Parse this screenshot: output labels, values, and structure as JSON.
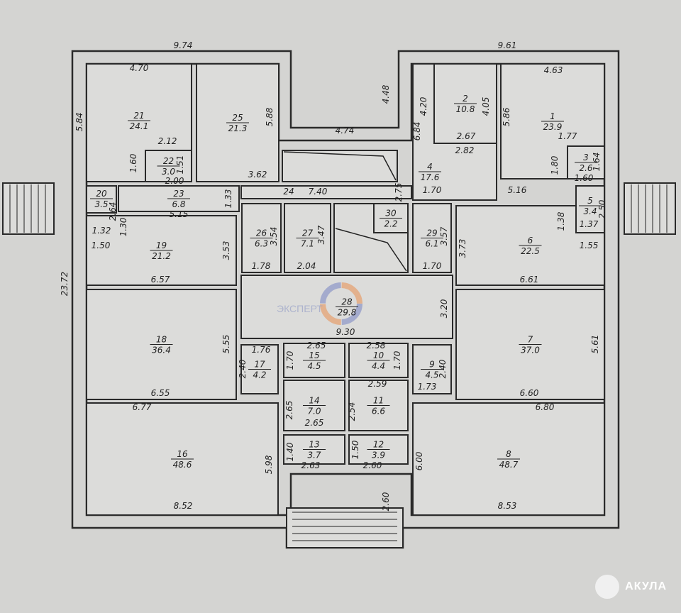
{
  "title": "Floor plan",
  "rooms": [
    {
      "num": "21",
      "area": "24.1"
    },
    {
      "num": "22",
      "area": "3.0"
    },
    {
      "num": "25",
      "area": "21.3"
    },
    {
      "num": "23",
      "area": "6.8"
    },
    {
      "num": "20",
      "area": "3.5"
    },
    {
      "num": "24",
      "area": ""
    },
    {
      "num": "19",
      "area": "21.2"
    },
    {
      "num": "26",
      "area": "6.3"
    },
    {
      "num": "27",
      "area": "7.1"
    },
    {
      "num": "30",
      "area": "2.2"
    },
    {
      "num": "28",
      "area": "29.8"
    },
    {
      "num": "18",
      "area": "36.4"
    },
    {
      "num": "17",
      "area": "4.2"
    },
    {
      "num": "15",
      "area": "4.5"
    },
    {
      "num": "10",
      "area": "4.4"
    },
    {
      "num": "14",
      "area": "7.0"
    },
    {
      "num": "11",
      "area": "6.6"
    },
    {
      "num": "13",
      "area": "3.7"
    },
    {
      "num": "12",
      "area": "3.9"
    },
    {
      "num": "9",
      "area": "4.5"
    },
    {
      "num": "16",
      "area": "48.6"
    },
    {
      "num": "8",
      "area": "48.7"
    },
    {
      "num": "4",
      "area": "17.6"
    },
    {
      "num": "2",
      "area": "10.8"
    },
    {
      "num": "1",
      "area": "23.9"
    },
    {
      "num": "3",
      "area": "2.6"
    },
    {
      "num": "5",
      "area": "3.4"
    },
    {
      "num": "6",
      "area": "22.5"
    },
    {
      "num": "29",
      "area": "6.1"
    },
    {
      "num": "7",
      "area": "37.0"
    }
  ],
  "dimensions": [
    "9.74",
    "4.70",
    "5.84",
    "2.12",
    "1.60",
    "1.51",
    "2.00",
    "5.88",
    "4.48",
    "4.74",
    "3.62",
    "24",
    "7.40",
    "2.75",
    "2.64",
    "5.15",
    "1.33",
    "1.32",
    "1.30",
    "1.50",
    "3.53",
    "3.54",
    "1.78",
    "3.47",
    "2.04",
    "6.57",
    "23.72",
    "3.20",
    "9.30",
    "1.76",
    "2.40",
    "2.65",
    "1.70",
    "2.58",
    "1.70",
    "2.40",
    "1.73",
    "5.55",
    "6.55",
    "2.65",
    "2.59",
    "2.54",
    "2.65",
    "6.77",
    "1.40",
    "2.63",
    "1.50",
    "2.60",
    "5.98",
    "6.00",
    "2.60",
    "8.52",
    "8.53",
    "6.80",
    "6.60",
    "5.61",
    "6.61",
    "3.73",
    "1.55",
    "1.37",
    "1.38",
    "2.50",
    "5.16",
    "1.70",
    "1.70",
    "3.57",
    "1.80",
    "1.60",
    "1.64",
    "1.77",
    "5.86",
    "4.63",
    "9.61",
    "6.84",
    "4.20",
    "4.05",
    "2.67",
    "2.82"
  ],
  "watermark": "ЭКСПЕРТ",
  "brand": {
    "name": "АКУЛА"
  },
  "colors": {
    "paper": "#d4d4d2",
    "ink": "#2a2a2a",
    "wm_blue": "#7f8bc4",
    "wm_orange": "#e8955a"
  }
}
